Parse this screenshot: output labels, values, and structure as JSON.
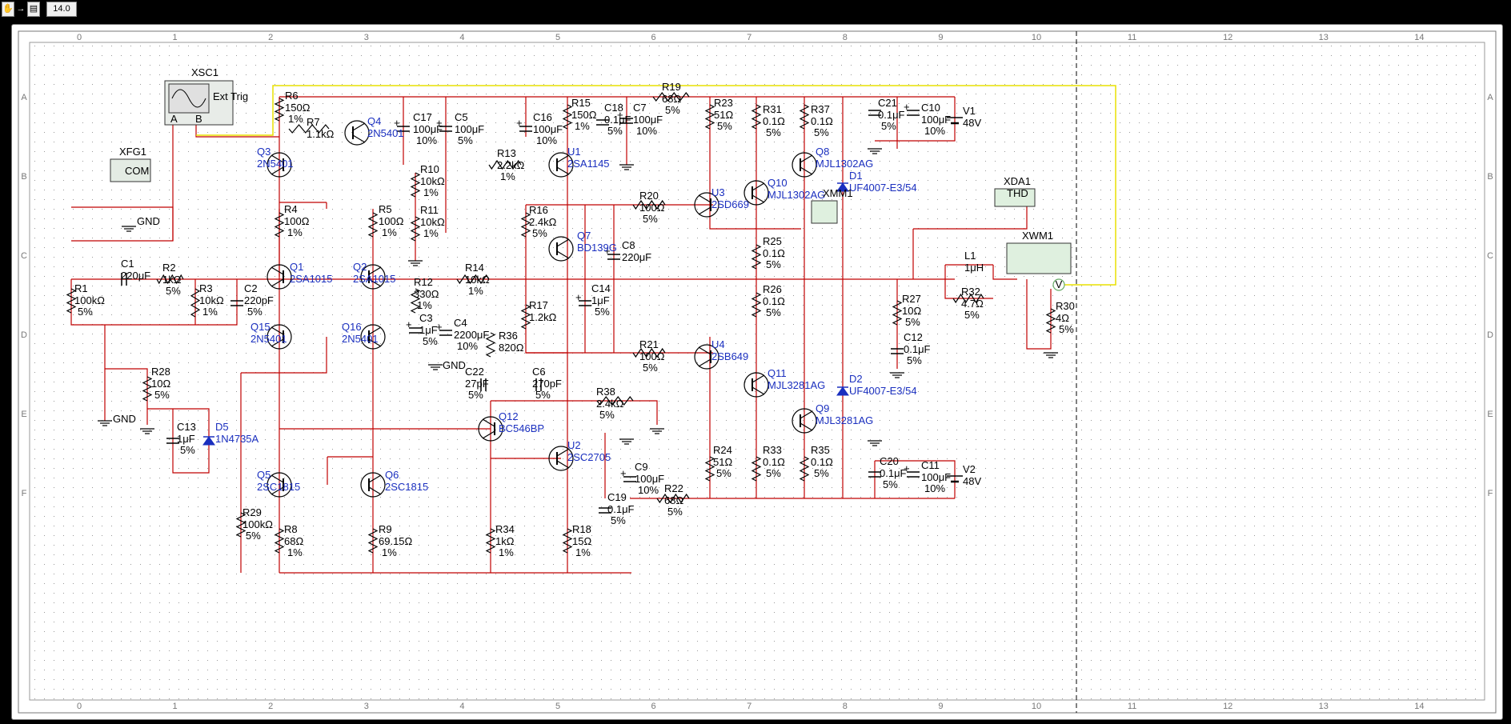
{
  "toolbar": {
    "hand_icon": "hand-icon",
    "arrow_icon": "arrow-icon",
    "instrument_icon": "instrument-icon",
    "version": "14.0"
  },
  "ruler": {
    "cols": [
      "0",
      "1",
      "2",
      "3",
      "4",
      "5",
      "6",
      "7",
      "8",
      "9",
      "10",
      "11",
      "12",
      "13",
      "14"
    ],
    "rows": [
      "A",
      "B",
      "C",
      "D",
      "E",
      "F"
    ]
  },
  "colors": {
    "wire": "#c00000",
    "probe": "#e8e000",
    "ref": "#1a2fbf"
  },
  "instruments": {
    "xsc1": "XSC1",
    "xsc1_ext": "Ext Trig",
    "xsc1_a": "A",
    "xsc1_b": "B",
    "xfg1": "XFG1",
    "xfg1_com": "COM",
    "xmm1": "XMM1",
    "xda1": "XDA1",
    "xda1_thd": "THD",
    "xwm1": "XWM1"
  },
  "components": {
    "R6": {
      "ref": "R6",
      "val": "150Ω",
      "tol": "1%"
    },
    "R7": {
      "ref": "R7",
      "val": "1.1kΩ"
    },
    "Q4": {
      "ref": "Q4",
      "model": "2N5401"
    },
    "C17": {
      "ref": "C17",
      "val": "100μF",
      "tol": "10%"
    },
    "C5": {
      "ref": "C5",
      "val": "100μF",
      "tol": "5%"
    },
    "C16": {
      "ref": "C16",
      "val": "100μF",
      "tol": "10%"
    },
    "R15": {
      "ref": "R15",
      "val": "150Ω",
      "tol": "1%"
    },
    "C18": {
      "ref": "C18",
      "val": "0.1μF",
      "tol": "5%"
    },
    "C7": {
      "ref": "C7",
      "val": "100μF",
      "tol": "10%"
    },
    "R19": {
      "ref": "R19",
      "val": "68Ω",
      "tol": "5%"
    },
    "R23": {
      "ref": "R23",
      "val": "51Ω",
      "tol": "5%"
    },
    "R31": {
      "ref": "R31",
      "val": "0.1Ω",
      "tol": "5%"
    },
    "R37": {
      "ref": "R37",
      "val": "0.1Ω",
      "tol": "5%"
    },
    "C21": {
      "ref": "C21",
      "val": "0.1μF",
      "tol": "5%"
    },
    "C10": {
      "ref": "C10",
      "val": "100μF",
      "tol": "10%"
    },
    "V1": {
      "ref": "V1",
      "val": "48V"
    },
    "Q3": {
      "ref": "Q3",
      "model": "2N5401"
    },
    "R13": {
      "ref": "R13",
      "val": "2.2kΩ",
      "tol": "1%"
    },
    "U1": {
      "ref": "U1",
      "model": "2SA1145"
    },
    "Q8": {
      "ref": "Q8",
      "model": "MJL1302AG"
    },
    "R10": {
      "ref": "R10",
      "val": "10kΩ",
      "tol": "1%"
    },
    "Q10": {
      "ref": "Q10",
      "model": "MJL1302AG"
    },
    "D1": {
      "ref": "D1",
      "model": "UF4007-E3/54"
    },
    "R20": {
      "ref": "R20",
      "val": "100Ω",
      "tol": "5%"
    },
    "U3": {
      "ref": "U3",
      "model": "2SD669"
    },
    "R4": {
      "ref": "R4",
      "val": "100Ω",
      "tol": "1%"
    },
    "R5": {
      "ref": "R5",
      "val": "100Ω",
      "tol": "1%"
    },
    "R11": {
      "ref": "R11",
      "val": "10kΩ",
      "tol": "1%"
    },
    "R16": {
      "ref": "R16",
      "val": "2.4kΩ",
      "tol": "5%"
    },
    "Q7": {
      "ref": "Q7",
      "model": "BD139G"
    },
    "C8": {
      "ref": "C8",
      "val": "220μF"
    },
    "R25": {
      "ref": "R25",
      "val": "0.1Ω",
      "tol": "5%"
    },
    "L1": {
      "ref": "L1",
      "val": "1μH"
    },
    "C1": {
      "ref": "C1",
      "val": "220μF"
    },
    "R2": {
      "ref": "R2",
      "val": "1kΩ",
      "tol": "5%"
    },
    "Q1": {
      "ref": "Q1",
      "model": "2SA1015"
    },
    "Q2": {
      "ref": "Q2",
      "model": "2SA1015"
    },
    "R14": {
      "ref": "R14",
      "val": "10kΩ",
      "tol": "1%"
    },
    "R1": {
      "ref": "R1",
      "val": "100kΩ",
      "tol": "5%"
    },
    "R3": {
      "ref": "R3",
      "val": "10kΩ",
      "tol": "1%"
    },
    "C2": {
      "ref": "C2",
      "val": "220pF",
      "tol": "5%"
    },
    "R12": {
      "ref": "R12",
      "val": "330Ω",
      "tol": "1%"
    },
    "C14": {
      "ref": "C14",
      "val": "1μF",
      "tol": "5%"
    },
    "R26": {
      "ref": "R26",
      "val": "0.1Ω",
      "tol": "5%"
    },
    "R32": {
      "ref": "R32",
      "val": "4.7Ω",
      "tol": "5%"
    },
    "R27": {
      "ref": "R27",
      "val": "10Ω",
      "tol": "5%"
    },
    "R30": {
      "ref": "R30",
      "val": "4Ω",
      "tol": "5%"
    },
    "R17": {
      "ref": "R17",
      "val": "1.2kΩ"
    },
    "C3": {
      "ref": "C3",
      "val": "1μF",
      "tol": "5%"
    },
    "C4": {
      "ref": "C4",
      "val": "2200μF",
      "tol": "10%"
    },
    "Q15": {
      "ref": "Q15",
      "model": "2N5401"
    },
    "Q16": {
      "ref": "Q16",
      "model": "2N5401"
    },
    "R36": {
      "ref": "R36",
      "val": "820Ω"
    },
    "R21": {
      "ref": "R21",
      "val": "100Ω",
      "tol": "5%"
    },
    "U4": {
      "ref": "U4",
      "model": "2SB649"
    },
    "C12": {
      "ref": "C12",
      "val": "0.1μF",
      "tol": "5%"
    },
    "R28": {
      "ref": "R28",
      "val": "10Ω",
      "tol": "5%"
    },
    "C22": {
      "ref": "C22",
      "val": "27pF",
      "tol": "5%"
    },
    "C6": {
      "ref": "C6",
      "val": "270pF",
      "tol": "5%"
    },
    "Q11": {
      "ref": "Q11",
      "model": "MJL3281AG"
    },
    "D2": {
      "ref": "D2",
      "model": "UF4007-E3/54"
    },
    "R38": {
      "ref": "R38",
      "val": "2.4kΩ",
      "tol": "5%"
    },
    "Q9": {
      "ref": "Q9",
      "model": "MJL3281AG"
    },
    "C13": {
      "ref": "C13",
      "val": "1μF",
      "tol": "5%"
    },
    "D5": {
      "ref": "D5",
      "model": "1N4735A"
    },
    "Q12": {
      "ref": "Q12",
      "model": "BC546BP"
    },
    "U2": {
      "ref": "U2",
      "model": "2SC2705"
    },
    "C9": {
      "ref": "C9",
      "val": "100μF",
      "tol": "10%"
    },
    "R24": {
      "ref": "R24",
      "val": "51Ω",
      "tol": "5%"
    },
    "R33": {
      "ref": "R33",
      "val": "0.1Ω",
      "tol": "5%"
    },
    "R35": {
      "ref": "R35",
      "val": "0.1Ω",
      "tol": "5%"
    },
    "C20": {
      "ref": "C20",
      "val": "0.1μF",
      "tol": "5%"
    },
    "C11": {
      "ref": "C11",
      "val": "100μF",
      "tol": "10%"
    },
    "V2": {
      "ref": "V2",
      "val": "48V"
    },
    "Q5": {
      "ref": "Q5",
      "model": "2SC1815"
    },
    "Q6": {
      "ref": "Q6",
      "model": "2SC1815"
    },
    "C19": {
      "ref": "C19",
      "val": "0.1μF",
      "tol": "5%"
    },
    "R22": {
      "ref": "R22",
      "val": "68Ω",
      "tol": "5%"
    },
    "R29": {
      "ref": "R29",
      "val": "100kΩ",
      "tol": "5%"
    },
    "R8": {
      "ref": "R8",
      "val": "68Ω",
      "tol": "1%"
    },
    "R9": {
      "ref": "R9",
      "val": "69.15Ω",
      "tol": "1%"
    },
    "R34": {
      "ref": "R34",
      "val": "1kΩ",
      "tol": "1%"
    },
    "R18": {
      "ref": "R18",
      "val": "15Ω",
      "tol": "1%"
    }
  },
  "grounds": {
    "g1": "GND",
    "g2": "GND",
    "g3": "GND"
  },
  "probe": {
    "v": "V"
  }
}
